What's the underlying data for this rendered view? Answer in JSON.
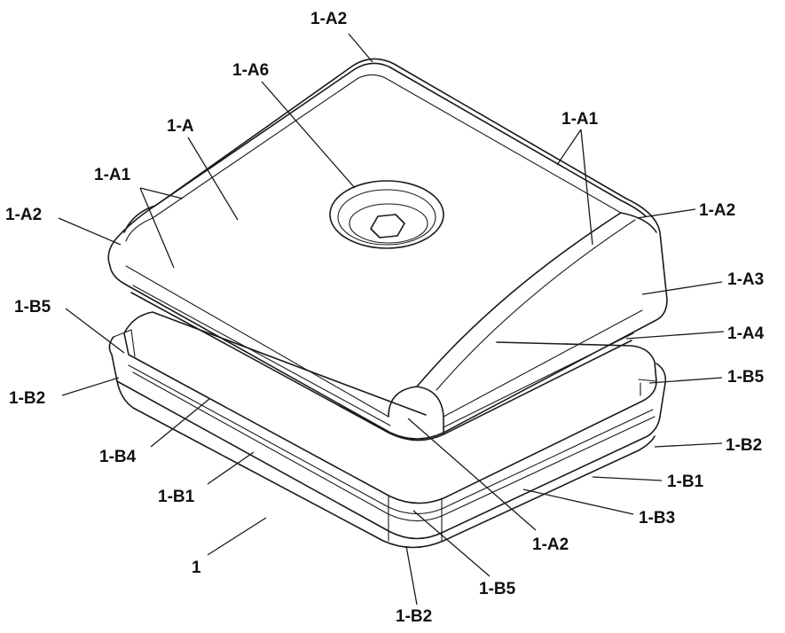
{
  "labels": {
    "A2_top": "1-A2",
    "A6": "1-A6",
    "A": "1-A",
    "A1_right": "1-A1",
    "A1_left": "1-A1",
    "A2_left": "1-A2",
    "A2_right": "1-A2",
    "A3": "1-A3",
    "A4": "1-A4",
    "B5_left": "1-B5",
    "B5_right": "1-B5",
    "B2_left": "1-B2",
    "B2_right": "1-B2",
    "B4": "1-B4",
    "B1_left": "1-B1",
    "B1_right": "1-B1",
    "B3": "1-B3",
    "A2_bottom": "1-A2",
    "B5_bottom": "1-B5",
    "B2_bottom": "1-B2",
    "part": "1"
  }
}
